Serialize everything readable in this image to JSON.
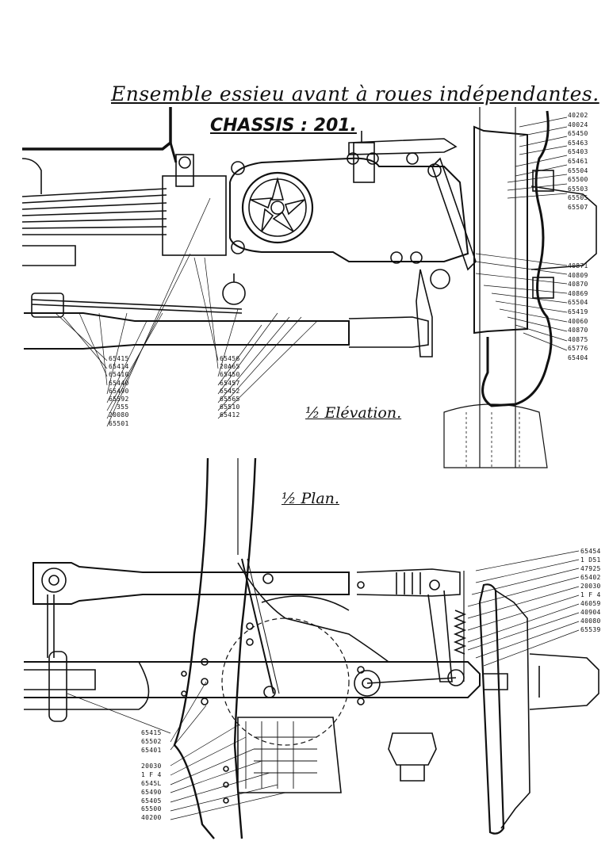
{
  "title": "Ensemble essieu avant à roues indépendantes.",
  "subtitle": "CHASSIS : 201.",
  "views": {
    "elevation_label": "½ Elévation.",
    "plan_label": "½ Plan."
  },
  "part_numbers": {
    "elevation_top_right": [
      "40202",
      "40024",
      "65450",
      "65463",
      "65403",
      "65461",
      "65504",
      "65500",
      "65503",
      "65505",
      "65507"
    ],
    "elevation_mid_right": [
      "40871",
      "40809",
      "40870",
      "40869",
      "65504",
      "65419",
      "40060",
      "40870",
      "40875",
      "65776",
      "65404"
    ],
    "elevation_bottom_left": [
      "65415",
      "65414",
      "65410",
      "65440",
      "65490",
      "65592",
      "355",
      "20080",
      "65501"
    ],
    "elevation_bottom_center": [
      "65456",
      "20A65",
      "65450",
      "65457",
      "65452",
      "65565",
      "65510",
      "65412"
    ],
    "plan_top_right": [
      "65454",
      "1 D51",
      "47925",
      "65402",
      "20030",
      "1 F 4",
      "46059",
      "40904",
      "40080",
      "65539"
    ],
    "plan_bottom_left": [
      "65415",
      "65502",
      "65401",
      "20030",
      "1 F 4",
      "6545L",
      "65490",
      "65405",
      "65500",
      "40200"
    ]
  }
}
